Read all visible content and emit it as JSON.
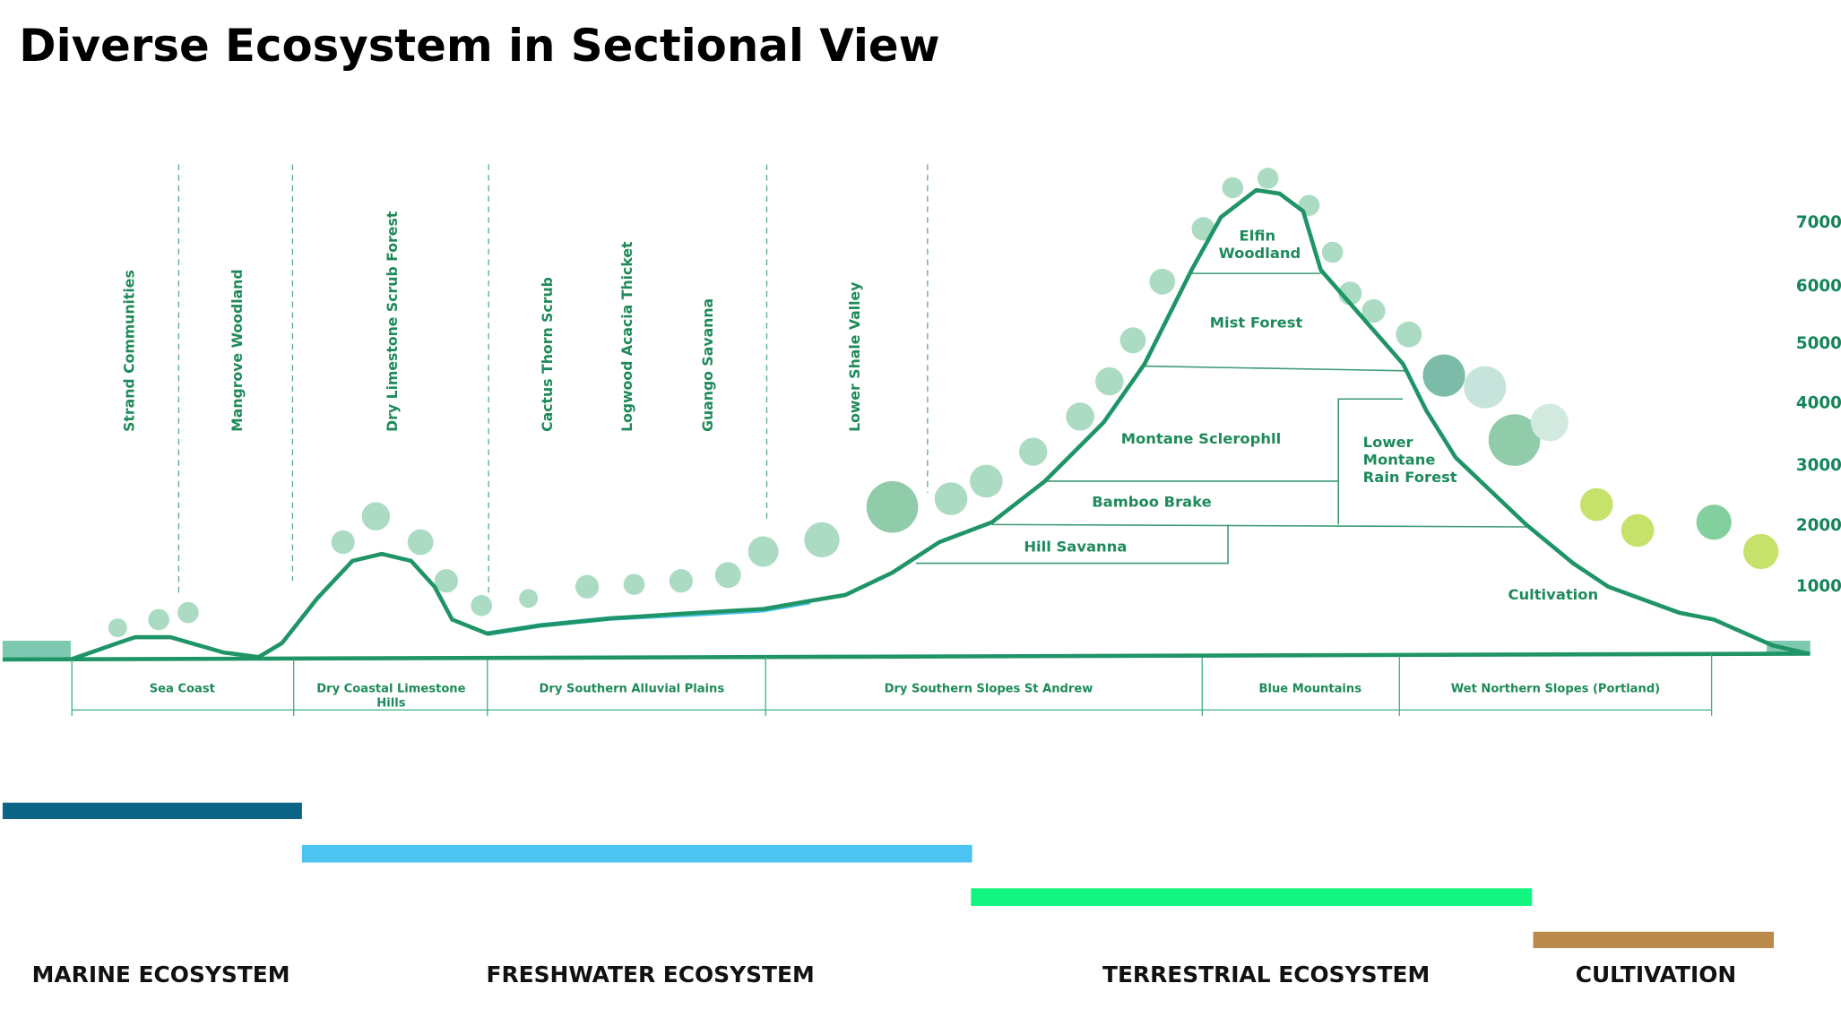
{
  "title": "Diverse Ecosystem in Sectional View",
  "vertical_labels": [
    "Strand Communities",
    "Mangrove Woodland",
    "Dry Limestone Scrub Forest",
    "Cactus Thorn Scrub",
    "Logwood Acacia Thicket",
    "Guango Savanna",
    "Lower Shale Valley"
  ],
  "zones": {
    "elfin_1": "Elfin",
    "elfin_2": "Woodland",
    "mist": "Mist Forest",
    "montane": "Montane Sclerophll",
    "bamboo": "Bamboo Brake",
    "hill": "Hill Savanna",
    "lower_1": "Lower",
    "lower_2": "Montane",
    "lower_3": "Rain Forest",
    "cultivation": "Cultivation"
  },
  "regions": [
    {
      "label": "Sea Coast"
    },
    {
      "label": "Dry Coastal Limestone",
      "label2": "Hills"
    },
    {
      "label": "Dry Southern Alluvial Plains"
    },
    {
      "label": "Dry Southern Slopes St Andrew"
    },
    {
      "label": "Blue Mountains"
    },
    {
      "label": "Wet Northern Slopes (Portland)"
    }
  ],
  "elevation_axis": [
    "7000",
    "6000",
    "5000",
    "4000",
    "3000",
    "2000",
    "1000"
  ],
  "ecosystems": [
    {
      "label": "MARINE ECOSYSTEM",
      "color": "#0b6587"
    },
    {
      "label": "FRESHWATER ECOSYSTEM",
      "color": "#4cc3f0"
    },
    {
      "label": "TERRESTRIAL ECOSYSTEM",
      "color": "#12f580"
    },
    {
      "label": "CULTIVATION",
      "color": "#b98a4a"
    }
  ],
  "colors": {
    "profile": "#1f9466",
    "text": "#1e8a5a",
    "water": "#7cc8b0"
  }
}
